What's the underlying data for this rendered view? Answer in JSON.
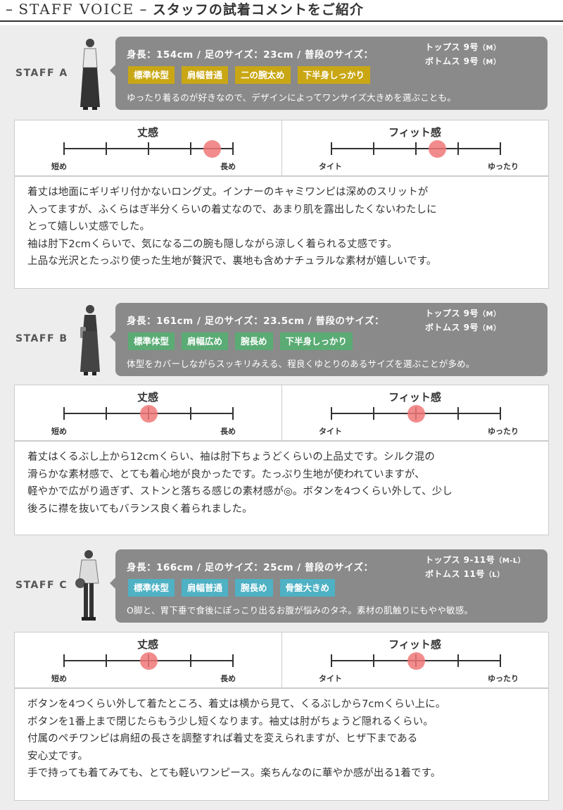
{
  "header": {
    "dash1": "–",
    "title_en": "STAFF VOICE",
    "dash2": "–",
    "title_jp": "スタッフの試着コメントをご紹介"
  },
  "colors": {
    "background": "#ededed",
    "bubble": "#8a8a8a",
    "tag_a": "#c9a714",
    "tag_b": "#5aab74",
    "tag_c": "#4eb1c4",
    "marker": "#f07878"
  },
  "staff": [
    {
      "label": "STAFF A",
      "stats": "身長：154cm / 足のサイズ：23cm / 普段のサイズ：",
      "tops": "トップス 9号",
      "tops_size": "（M）",
      "bottoms": "ボトムス 9号",
      "bottoms_size": "（M）",
      "tags": [
        "標準体型",
        "肩幅普通",
        "二の腕太め",
        "下半身しっかり"
      ],
      "note": "ゆったり着るのが好きなので、デザインによってワンサイズ大きめを選ぶことも。",
      "length": {
        "title": "丈感",
        "left": "短め",
        "right": "長め",
        "position": 3.5,
        "steps": 4
      },
      "fit": {
        "title": "フィット感",
        "left": "タイト",
        "right": "ゆったり",
        "position": 2.5,
        "steps": 4
      },
      "comment": [
        "着丈は地面にギリギリ付かないロング丈。インナーのキャミワンピは深めのスリットが",
        "入ってますが、ふくらはぎ半分くらいの着丈なので、あまり肌を露出したくないわたしに",
        "とって嬉しい丈感でした。",
        "袖は肘下2cmくらいで、気になる二の腕も隠しながら涼しく着られる丈感です。",
        "上品な光沢とたっぷり使った生地が贅沢で、裏地も含めナチュラルな素材が嬉しいです。"
      ]
    },
    {
      "label": "STAFF B",
      "stats": "身長：161cm / 足のサイズ：23.5cm / 普段のサイズ：",
      "tops": "トップス 9号",
      "tops_size": "（M）",
      "bottoms": "ボトムス 9号",
      "bottoms_size": "（M）",
      "tags": [
        "標準体型",
        "肩幅広め",
        "腕長め",
        "下半身しっかり"
      ],
      "note": "体型をカバーしながらスッキリみえる、程良くゆとりのあるサイズを選ぶことが多め。",
      "length": {
        "title": "丈感",
        "left": "短め",
        "right": "長め",
        "position": 2,
        "steps": 4
      },
      "fit": {
        "title": "フィット感",
        "left": "タイト",
        "right": "ゆったり",
        "position": 2,
        "steps": 4
      },
      "comment": [
        "着丈はくるぶし上から12cmくらい、袖は肘下ちょうどくらいの上品丈です。シルク混の",
        "滑らかな素材感で、とても着心地が良かったです。たっぷり生地が使われていますが、",
        "軽やかで広がり過ぎず、ストンと落ちる感じの素材感が◎。ボタンを4つくらい外して、少し",
        "後ろに襟を抜いてもバランス良く着られました。"
      ]
    },
    {
      "label": "STAFF C",
      "stats": "身長：166cm / 足のサイズ：25cm / 普段のサイズ：",
      "tops": "トップス 9-11号",
      "tops_size": "（M-L）",
      "bottoms": "ボトムス 11号",
      "bottoms_size": "（L）",
      "tags": [
        "標準体型",
        "肩幅普通",
        "腕長め",
        "骨盤大きめ"
      ],
      "note": "O脚と、胃下垂で食後にぽっこり出るお腹が悩みのタネ。素材の肌触りにもやや敏感。",
      "length": {
        "title": "丈感",
        "left": "短め",
        "right": "長め",
        "position": 2,
        "steps": 4
      },
      "fit": {
        "title": "フィット感",
        "left": "タイト",
        "right": "ゆったり",
        "position": 2,
        "steps": 4
      },
      "comment": [
        "ボタンを4つくらい外して着たところ、着丈は横から見て、くるぶしから7cmくらい上に。",
        "ボタンを1番上まで閉じたらもう少し短くなります。袖丈は肘がちょうど隠れるくらい。",
        "付属のペチワンピは肩紐の長さを調整すれば着丈を変えられますが、ヒザ下まである",
        "安心丈です。",
        "手で持っても着てみても、とても軽いワンピース。楽ちんなのに華やか感が出る1着です。"
      ]
    }
  ]
}
